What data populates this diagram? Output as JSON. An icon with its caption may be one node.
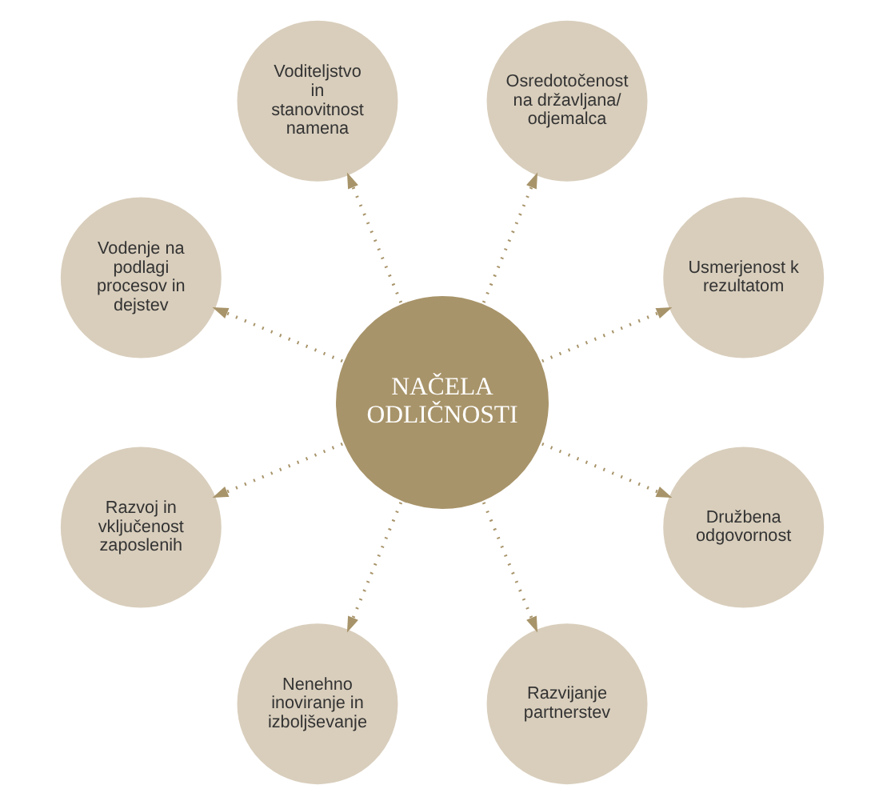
{
  "diagram": {
    "nodes": [
      {
        "text": [
          "NAČELA ODLIČNOSTI"
        ]
      },
      {
        "text": [
          "Usmerjenost k rezultatom"
        ]
      },
      {
        "text": [
          "Osredotočenost na državljana/ odjemalca"
        ]
      },
      {
        "text": [
          "Voditeljstvo in stanovitnost namena"
        ]
      },
      {
        "text": [
          "Vodenje na podlagi procesov in dejstev"
        ]
      },
      {
        "text": [
          "Razvoj in vključenost zaposlenih"
        ]
      },
      {
        "text": [
          "Nenehno inoviranje in izboljševanje"
        ]
      },
      {
        "text": [
          "Razvijanje partnerstev"
        ]
      },
      {
        "text": [
          "Družbena odgovornost"
        ]
      }
    ],
    "edges": [
      {
        "from": 0,
        "to": 1,
        "arrow": "to",
        "style": "dashed"
      },
      {
        "from": 0,
        "to": 2,
        "arrow": "to",
        "style": "dashed"
      },
      {
        "from": 0,
        "to": 3,
        "arrow": "to",
        "style": "dashed"
      },
      {
        "from": 0,
        "to": 4,
        "arrow": "to",
        "style": "dashed"
      },
      {
        "from": 0,
        "to": 5,
        "arrow": "to",
        "style": "dashed"
      },
      {
        "from": 0,
        "to": 6,
        "arrow": "to",
        "style": "dashed"
      },
      {
        "from": 0,
        "to": 7,
        "arrow": "to",
        "style": "dashed"
      },
      {
        "from": 0,
        "to": 8,
        "arrow": "to",
        "style": "dashed"
      }
    ]
  }
}
